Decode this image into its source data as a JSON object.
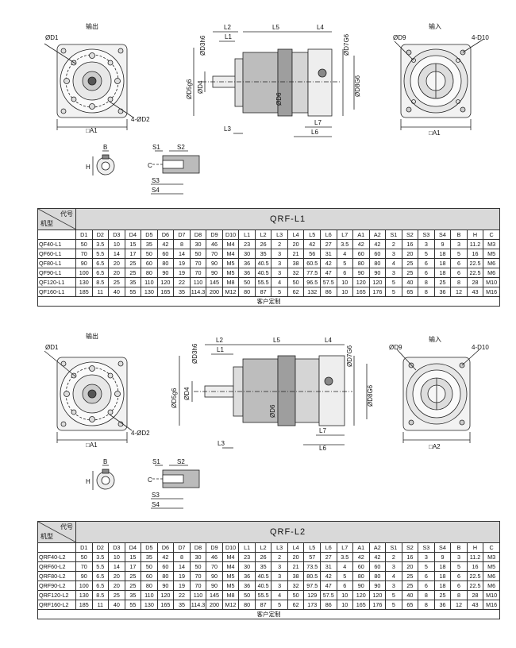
{
  "drawing_labels": {
    "output": "输出",
    "input": "输入",
    "d1": "ØD1",
    "d2": "4-ØD2",
    "a1": "□A1",
    "a2": "□A2",
    "d9": "ØD9",
    "d10": "4-D10",
    "d3": "ØD3h6",
    "d4": "ØD4",
    "d5": "ØD5g6",
    "d6": "ØD6",
    "d7": "ØD7G6",
    "d8": "ØD8G6",
    "l1": "L1",
    "l2": "L2",
    "l3": "L3",
    "l4": "L4",
    "l5": "L5",
    "l6": "L6",
    "l7": "L7",
    "b": "B",
    "h": "H",
    "c": "C",
    "s1": "S1",
    "s2": "S2",
    "s3": "S3",
    "s4": "S4"
  },
  "columns": [
    "D1",
    "D2",
    "D3",
    "D4",
    "D5",
    "D6",
    "D7",
    "D8",
    "D9",
    "D10",
    "L1",
    "L2",
    "L3",
    "L4",
    "L5",
    "L6",
    "L7",
    "A1",
    "A2",
    "S1",
    "S2",
    "S3",
    "S4",
    "B",
    "H",
    "C"
  ],
  "table1": {
    "corner_code": "代号",
    "corner_model": "机型",
    "title": "QRF-L1",
    "footer": "客户定制",
    "rows": [
      {
        "model": "QF40-L1",
        "values": [
          "50",
          "3.5",
          "10",
          "15",
          "35",
          "42",
          "8",
          "30",
          "46",
          "M4",
          "23",
          "26",
          "2",
          "20",
          "42",
          "27",
          "3.5",
          "42",
          "42",
          "2",
          "16",
          "3",
          "9",
          "3",
          "11.2",
          "M3"
        ]
      },
      {
        "model": "QF60-L1",
        "values": [
          "70",
          "5.5",
          "14",
          "17",
          "50",
          "60",
          "14",
          "50",
          "70",
          "M4",
          "30",
          "35",
          "3",
          "21",
          "56",
          "31",
          "4",
          "60",
          "60",
          "3",
          "20",
          "5",
          "18",
          "5",
          "16",
          "M5"
        ]
      },
      {
        "model": "QF80-L1",
        "values": [
          "90",
          "6.5",
          "20",
          "25",
          "60",
          "80",
          "19",
          "70",
          "90",
          "M5",
          "36",
          "40.5",
          "3",
          "38",
          "60.5",
          "42",
          "5",
          "80",
          "80",
          "4",
          "25",
          "6",
          "18",
          "6",
          "22.5",
          "M6"
        ]
      },
      {
        "model": "QF90-L1",
        "values": [
          "100",
          "6.5",
          "20",
          "25",
          "80",
          "90",
          "19",
          "70",
          "90",
          "M5",
          "36",
          "40.5",
          "3",
          "32",
          "77.5",
          "47",
          "6",
          "90",
          "90",
          "3",
          "25",
          "6",
          "18",
          "6",
          "22.5",
          "M6"
        ]
      },
      {
        "model": "QF120-L1",
        "values": [
          "130",
          "8.5",
          "25",
          "35",
          "110",
          "120",
          "22",
          "110",
          "145",
          "M8",
          "50",
          "55.5",
          "4",
          "50",
          "96.5",
          "57.5",
          "10",
          "120",
          "120",
          "5",
          "40",
          "8",
          "25",
          "8",
          "28",
          "M10"
        ]
      },
      {
        "model": "QF160-L1",
        "values": [
          "185",
          "11",
          "40",
          "55",
          "130",
          "165",
          "35",
          "114.3",
          "200",
          "M12",
          "80",
          "87",
          "5",
          "62",
          "132",
          "86",
          "10",
          "165",
          "176",
          "5",
          "65",
          "8",
          "36",
          "12",
          "43",
          "M16"
        ]
      }
    ]
  },
  "table2": {
    "corner_code": "代号",
    "corner_model": "机型",
    "title": "QRF-L2",
    "footer": "客户定制",
    "rows": [
      {
        "model": "QRF40-L2",
        "values": [
          "50",
          "3.5",
          "10",
          "15",
          "35",
          "42",
          "8",
          "30",
          "46",
          "M4",
          "23",
          "26",
          "2",
          "20",
          "57",
          "27",
          "3.5",
          "42",
          "42",
          "2",
          "16",
          "3",
          "9",
          "3",
          "11.2",
          "M3"
        ]
      },
      {
        "model": "QRF60-L2",
        "values": [
          "70",
          "5.5",
          "14",
          "17",
          "50",
          "60",
          "14",
          "50",
          "70",
          "M4",
          "30",
          "35",
          "3",
          "21",
          "73.5",
          "31",
          "4",
          "60",
          "60",
          "3",
          "20",
          "5",
          "18",
          "5",
          "16",
          "M5"
        ]
      },
      {
        "model": "QRF80-L2",
        "values": [
          "90",
          "6.5",
          "20",
          "25",
          "60",
          "80",
          "19",
          "70",
          "90",
          "M5",
          "36",
          "40.5",
          "3",
          "38",
          "80.5",
          "42",
          "5",
          "80",
          "80",
          "4",
          "25",
          "6",
          "18",
          "6",
          "22.5",
          "M6"
        ]
      },
      {
        "model": "QRF90-L2",
        "values": [
          "100",
          "6.5",
          "20",
          "25",
          "80",
          "90",
          "19",
          "70",
          "90",
          "M5",
          "36",
          "40.5",
          "3",
          "32",
          "97.5",
          "47",
          "6",
          "90",
          "90",
          "3",
          "25",
          "6",
          "18",
          "6",
          "22.5",
          "M6"
        ]
      },
      {
        "model": "QRF120-L2",
        "values": [
          "130",
          "8.5",
          "25",
          "35",
          "110",
          "120",
          "22",
          "110",
          "145",
          "M8",
          "50",
          "55.5",
          "4",
          "50",
          "129",
          "57.5",
          "10",
          "120",
          "120",
          "5",
          "40",
          "8",
          "25",
          "8",
          "28",
          "M10"
        ]
      },
      {
        "model": "QRF160-L2",
        "values": [
          "185",
          "11",
          "40",
          "55",
          "130",
          "165",
          "35",
          "114.3",
          "200",
          "M12",
          "80",
          "87",
          "5",
          "62",
          "173",
          "86",
          "10",
          "165",
          "176",
          "5",
          "65",
          "8",
          "36",
          "12",
          "43",
          "M16"
        ]
      }
    ]
  }
}
